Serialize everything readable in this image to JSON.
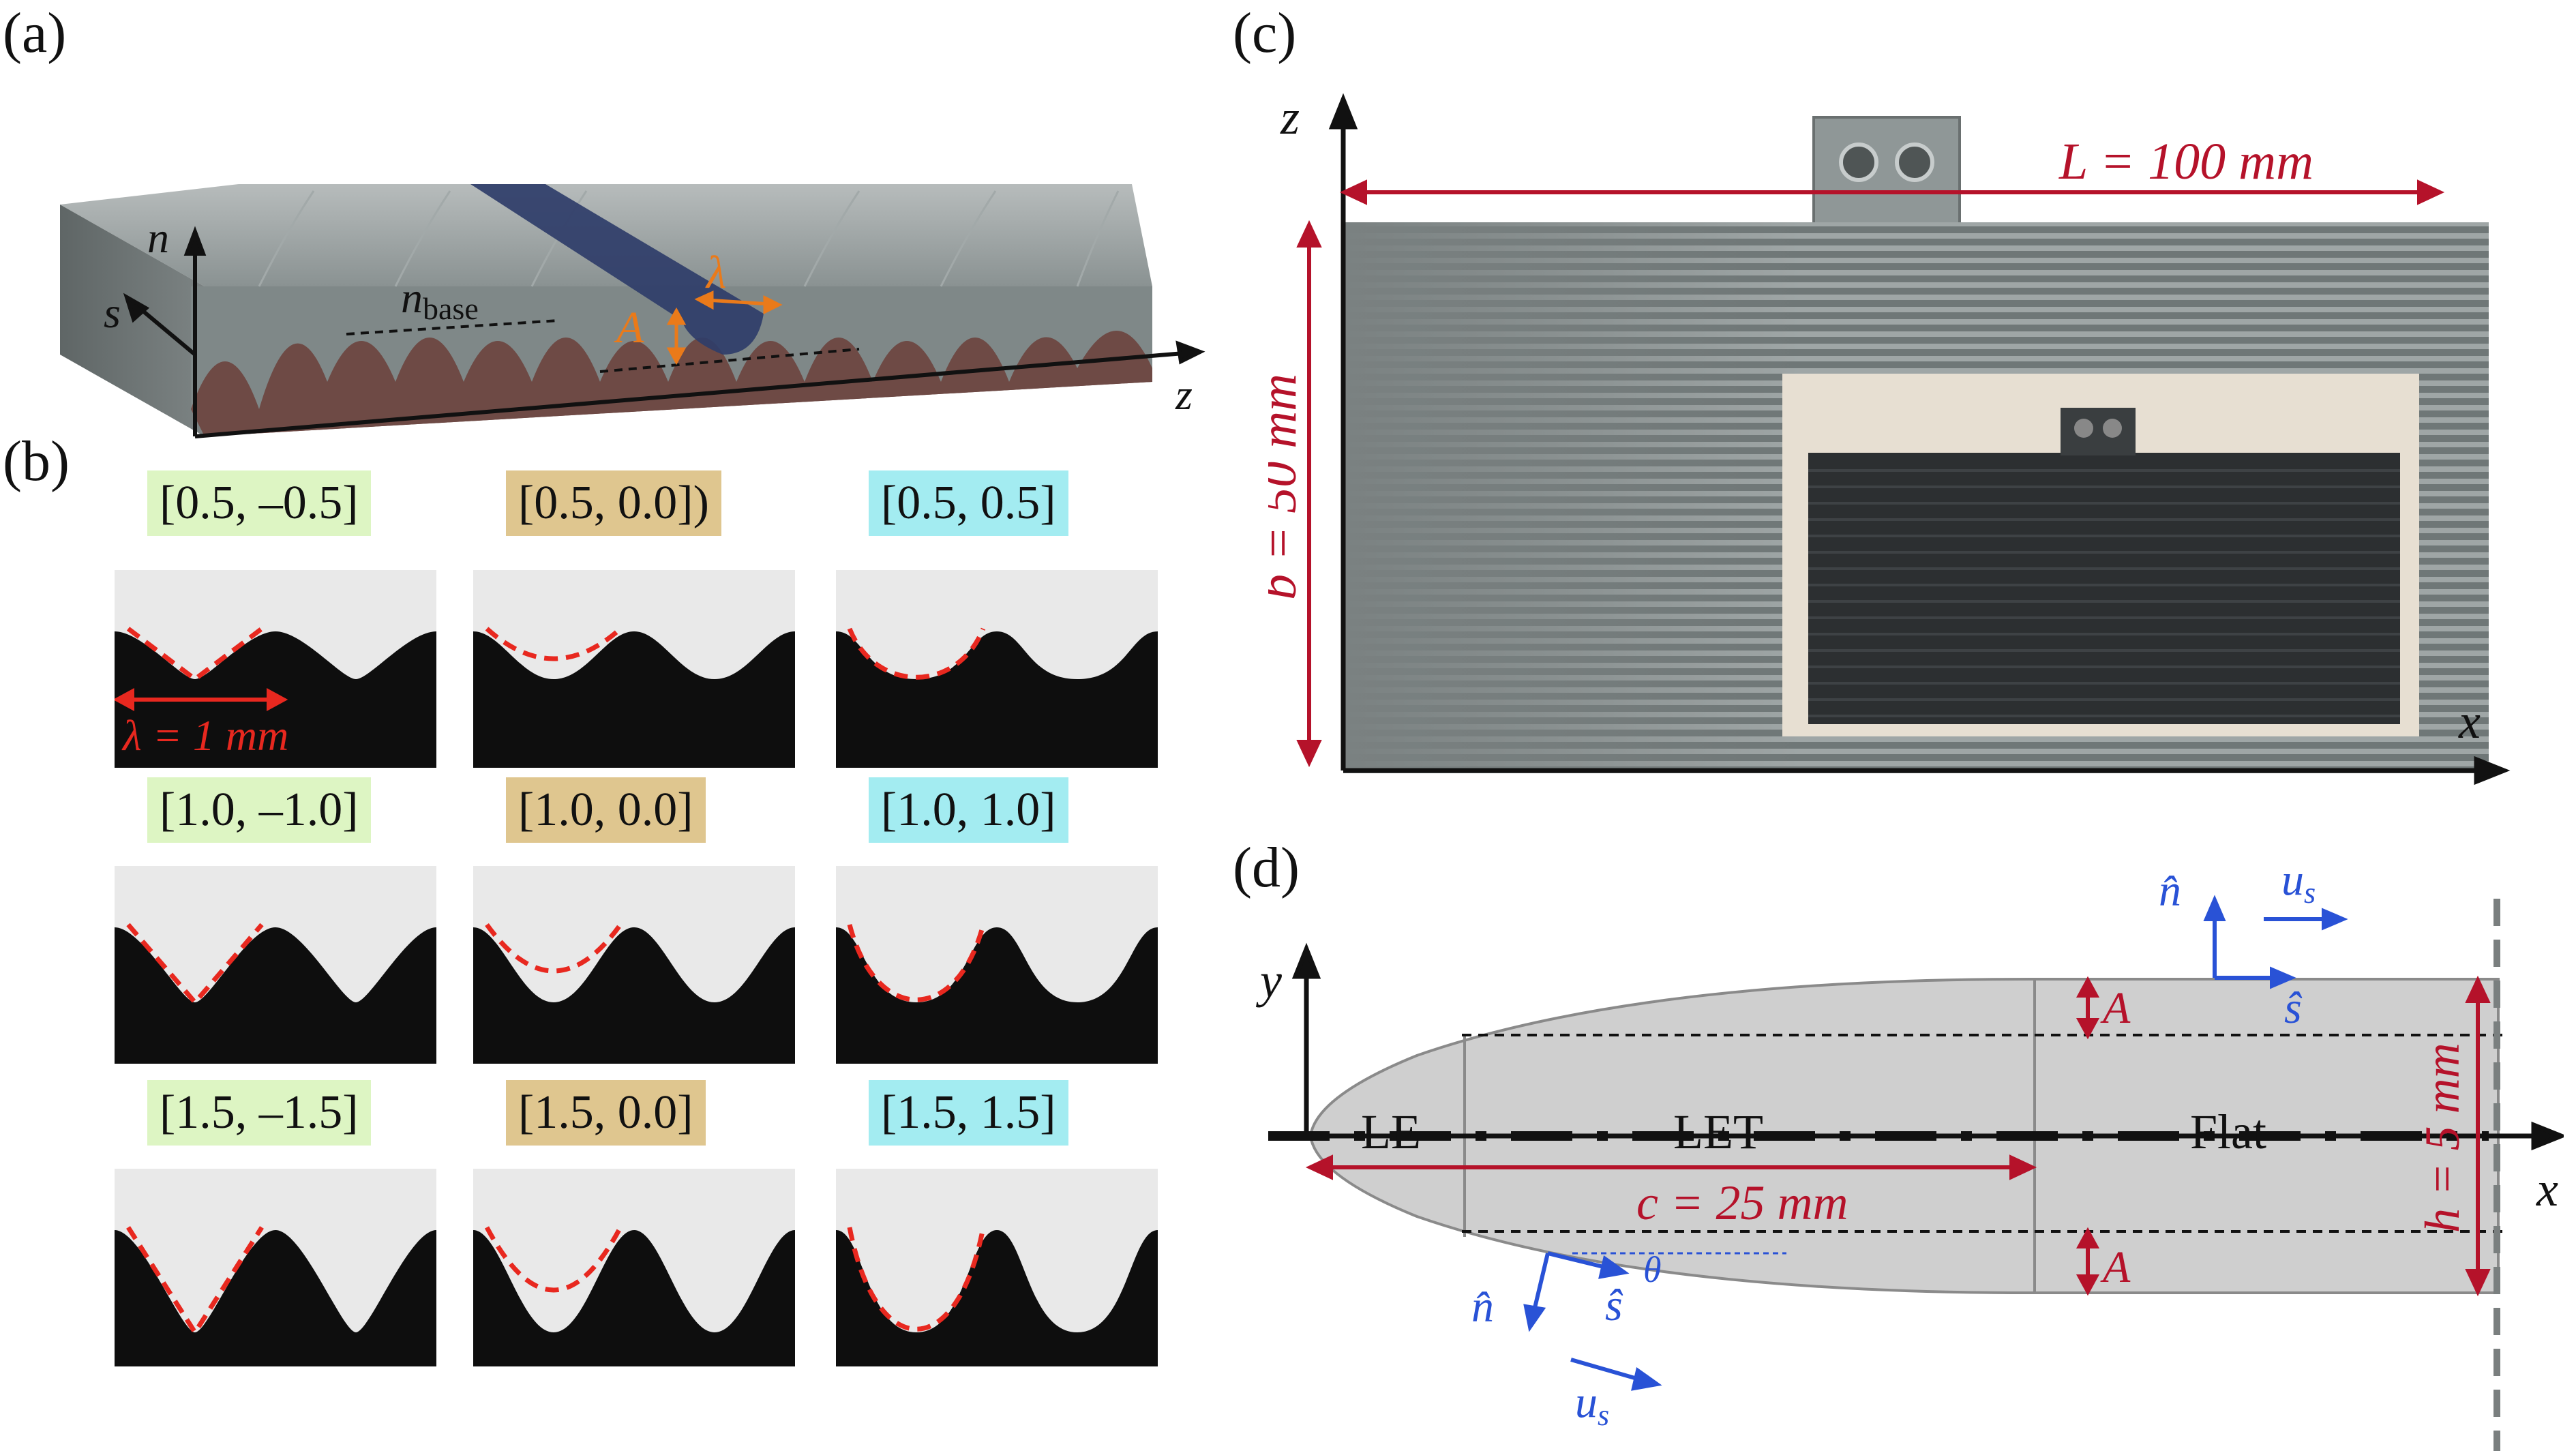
{
  "colors": {
    "green_badge": "#ddf5c3",
    "tan_badge": "#dfc68f",
    "cyan_badge": "#a3ecf1",
    "red_annotation": "#b5122a",
    "dashed_red": "#e8281f",
    "blue_annotation": "#2952d6",
    "orange_annotation": "#ea7a1a",
    "surface_gray": "#7d8585",
    "substrate_brown": "#6e4a45",
    "groove_highlight": "#2f3d69",
    "body_gray": "#cfcfcf"
  },
  "panels": {
    "a": {
      "label": "(a)",
      "axis_n": "n",
      "axis_s": "s",
      "axis_z": "z",
      "n_base": "n",
      "n_base_sub": "base",
      "lambda": "λ",
      "amplitude": "A"
    },
    "b": {
      "label": "(b)",
      "scale_label": "λ = 1 mm",
      "samples": [
        {
          "label": "[0.5, –0.5]",
          "group": "negative",
          "amp": 0.5
        },
        {
          "label": "[0.5, 0.0])",
          "group": "zero",
          "amp": 0.5
        },
        {
          "label": "[0.5, 0.5]",
          "group": "positive",
          "amp": 0.5
        },
        {
          "label": "[1.0, –1.0]",
          "group": "negative",
          "amp": 1.0
        },
        {
          "label": "[1.0, 0.0]",
          "group": "zero",
          "amp": 1.0
        },
        {
          "label": "[1.0, 1.0]",
          "group": "positive",
          "amp": 1.0
        },
        {
          "label": "[1.5, –1.5]",
          "group": "negative",
          "amp": 1.5
        },
        {
          "label": "[1.5, 0.0]",
          "group": "zero",
          "amp": 1.5
        },
        {
          "label": "[1.5, 1.5]",
          "group": "positive",
          "amp": 1.5
        }
      ]
    },
    "c": {
      "label": "(c)",
      "axis_z": "z",
      "axis_x": "x",
      "length_label": "L = 100 mm",
      "span_label": "b = 50 mm"
    },
    "d": {
      "label": "(d)",
      "axis_y": "y",
      "axis_x": "x",
      "region_le": "LE",
      "region_let": "LET",
      "region_flat": "Flat",
      "chord_label": "c = 25 mm",
      "thickness_label": "h = 5 mm",
      "amplitude_top": "A",
      "amplitude_bottom": "A",
      "n_hat_top": "n̂",
      "s_hat_top": "ŝ",
      "u_s_top": "u",
      "u_s_top_sub": "s",
      "n_hat_bottom": "n̂",
      "s_hat_bottom": "ŝ",
      "theta": "θ",
      "u_s_bottom": "u",
      "u_s_bottom_sub": "s"
    }
  }
}
